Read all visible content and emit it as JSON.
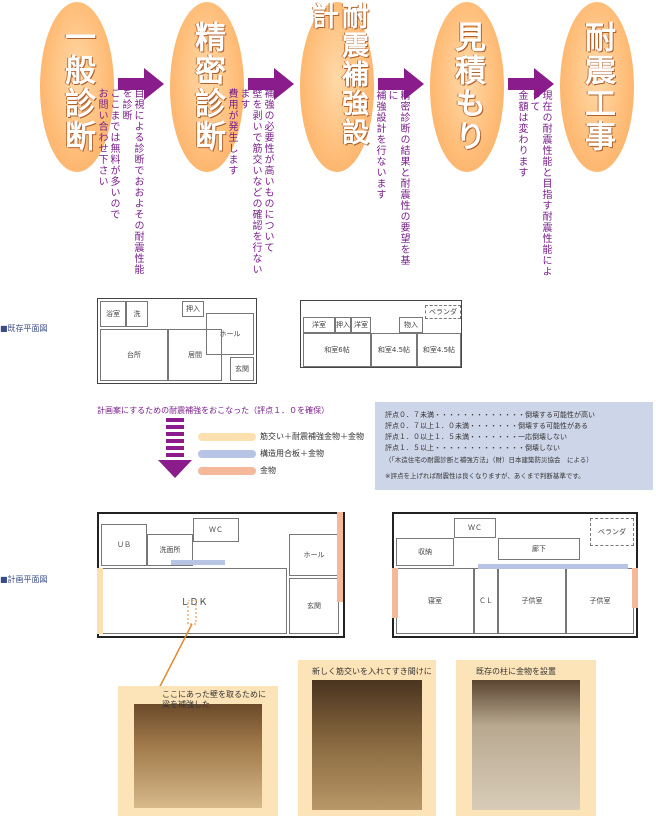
{
  "steps": [
    {
      "title": "一般診断",
      "desc": "目視による診断でおおよその耐震性能を診断\nここまでは無料が多いので\nお問い合わせ下さい"
    },
    {
      "title": "精密診断",
      "desc": "補強の必要性が高いものについて\n壁を剥いで筋交いなどの確認を行ないます\n費用が発生します"
    },
    {
      "title": "耐震補強設計",
      "desc": "精密診断の結果と耐震性の要望を基に\n補強設計を行ないます"
    },
    {
      "title": "見積もり",
      "desc": ""
    },
    {
      "title": "耐震工事",
      "desc": "現在の耐震性能と目指す耐震性能によって\n金額は変わります"
    }
  ],
  "current_plan": {
    "label": "■既存平面図",
    "rooms": [
      "浴室",
      "洗",
      "押入",
      "ホール",
      "台所",
      "居間",
      "玄関",
      "洋室",
      "押入",
      "洋室",
      "物入",
      "和室6帖",
      "和室4.5帖",
      "和室4.5帖",
      "ベランダ"
    ]
  },
  "plan_note": "計画案にするための耐震補強をおこなった（評点１．０を確保）",
  "legend": [
    {
      "label": "筋交い＋耐震補強金物＋金物",
      "color": "#fde0b0"
    },
    {
      "label": "構造用合板＋金物",
      "color": "#b8c4e6"
    },
    {
      "label": "金物",
      "color": "#f5b89a"
    }
  ],
  "score_box": {
    "lines": [
      "評点０．７未満・・・・・・・・・・・・・倒壊する可能性が高い",
      "評点０．７以上１．０未満・・・・・・・倒壊する可能性がある",
      "評点１．０以上１．５未満・・・・・・・一応倒壊しない",
      "評点１．５以上・・・・・・・・・・・・・倒壊しない",
      "（「木造住宅の耐震診断と補強方法」（財）日本建築防災協会　による）",
      "※評点を上げれば耐震性は良くなりますが、あくまで判断基準です。"
    ]
  },
  "new_plan": {
    "label": "■計画平面図",
    "rooms": [
      "ＵＢ",
      "洗面所",
      "ＷＣ",
      "ホール",
      "ＬＤＫ",
      "玄関",
      "ＷＣ",
      "収納",
      "廊下",
      "ベランダ",
      "寝室",
      "ＣＬ",
      "子供室",
      "子供室"
    ]
  },
  "photos": [
    {
      "caption": "ここにあった壁を取るために\n梁を補強した"
    },
    {
      "caption": "新しく筋交いを入れてすき間けに"
    },
    {
      "caption": "既存の柱に金物を設置"
    }
  ]
}
